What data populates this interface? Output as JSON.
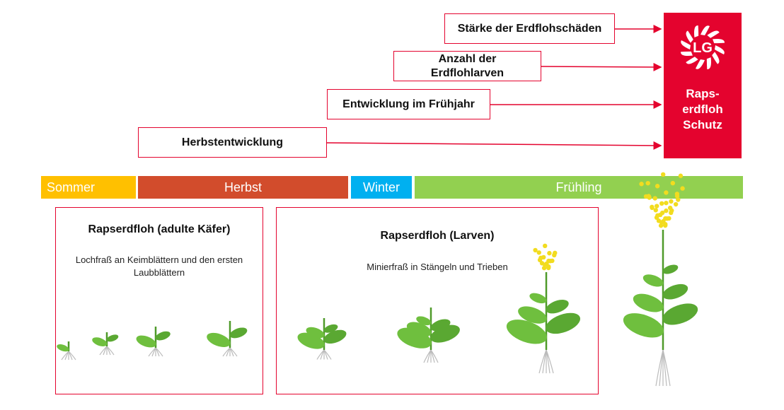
{
  "factors": [
    {
      "label": "Stärke der Erdflohschäden"
    },
    {
      "label": "Anzahl der Erdflohlarven"
    },
    {
      "label": "Entwicklung im Frühjahr"
    },
    {
      "label": "Herbstentwicklung"
    }
  ],
  "brand": {
    "logo_text": "LG",
    "title": "Raps-erdfloh Schutz",
    "title_lines": [
      "Raps-",
      "erdfloh",
      "Schutz"
    ],
    "color": "#e4032e"
  },
  "seasons": [
    {
      "label": "Sommer",
      "color": "#ffc000"
    },
    {
      "label": "Herbst",
      "color": "#d24c2c"
    },
    {
      "label": "Winter",
      "color": "#00b0f0"
    },
    {
      "label": "Frühling",
      "color": "#92d050"
    }
  ],
  "stages": [
    {
      "title": "Rapserdfloh (adulte Käfer)",
      "description": "Lochfraß an Keimblättern und den ersten Laubblättern"
    },
    {
      "title": "Rapserdfloh (Larven)",
      "description": "Minierfraß in Stängeln und Trieben"
    }
  ]
}
